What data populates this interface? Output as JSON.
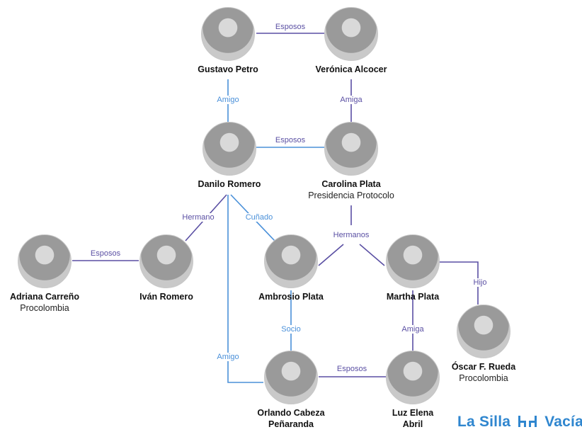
{
  "colors": {
    "purple": "#5a4fa3",
    "blue": "#4a90d9",
    "logo": "#2f86cf"
  },
  "people": {
    "petro": {
      "name": "Gustavo Petro"
    },
    "veronica": {
      "name": "Verónica Alcocer"
    },
    "danilo": {
      "name": "Danilo Romero"
    },
    "carolina": {
      "name": "Carolina Plata",
      "role": "Presidencia Protocolo"
    },
    "adriana": {
      "name": "Adriana Carreño",
      "role": "Procolombia"
    },
    "ivan": {
      "name": "Iván Romero"
    },
    "ambrosio": {
      "name": "Ambrosio Plata"
    },
    "martha": {
      "name": "Martha Plata"
    },
    "oscar": {
      "name": "Óscar F. Rueda",
      "role": "Procolombia"
    },
    "orlando": {
      "name": "Orlando Cabeza",
      "name2": "Peñaranda"
    },
    "luz": {
      "name": "Luz Elena",
      "name2": "Abril"
    }
  },
  "relations": {
    "esposos_petro": "Esposos",
    "amigo_petro": "Amigo",
    "amiga_veronica": "Amiga",
    "esposos_danilo": "Esposos",
    "hermano": "Hermano",
    "cunado": "Cuñado",
    "hermanos": "Hermanos",
    "esposos_ivan": "Esposos",
    "hijo": "Hijo",
    "socio": "Socio",
    "amiga_martha": "Amiga",
    "amigo_danilo_orlando": "Amigo",
    "esposos_orlando": "Esposos"
  },
  "logo": {
    "left": "La Silla",
    "right": "Vacía."
  }
}
